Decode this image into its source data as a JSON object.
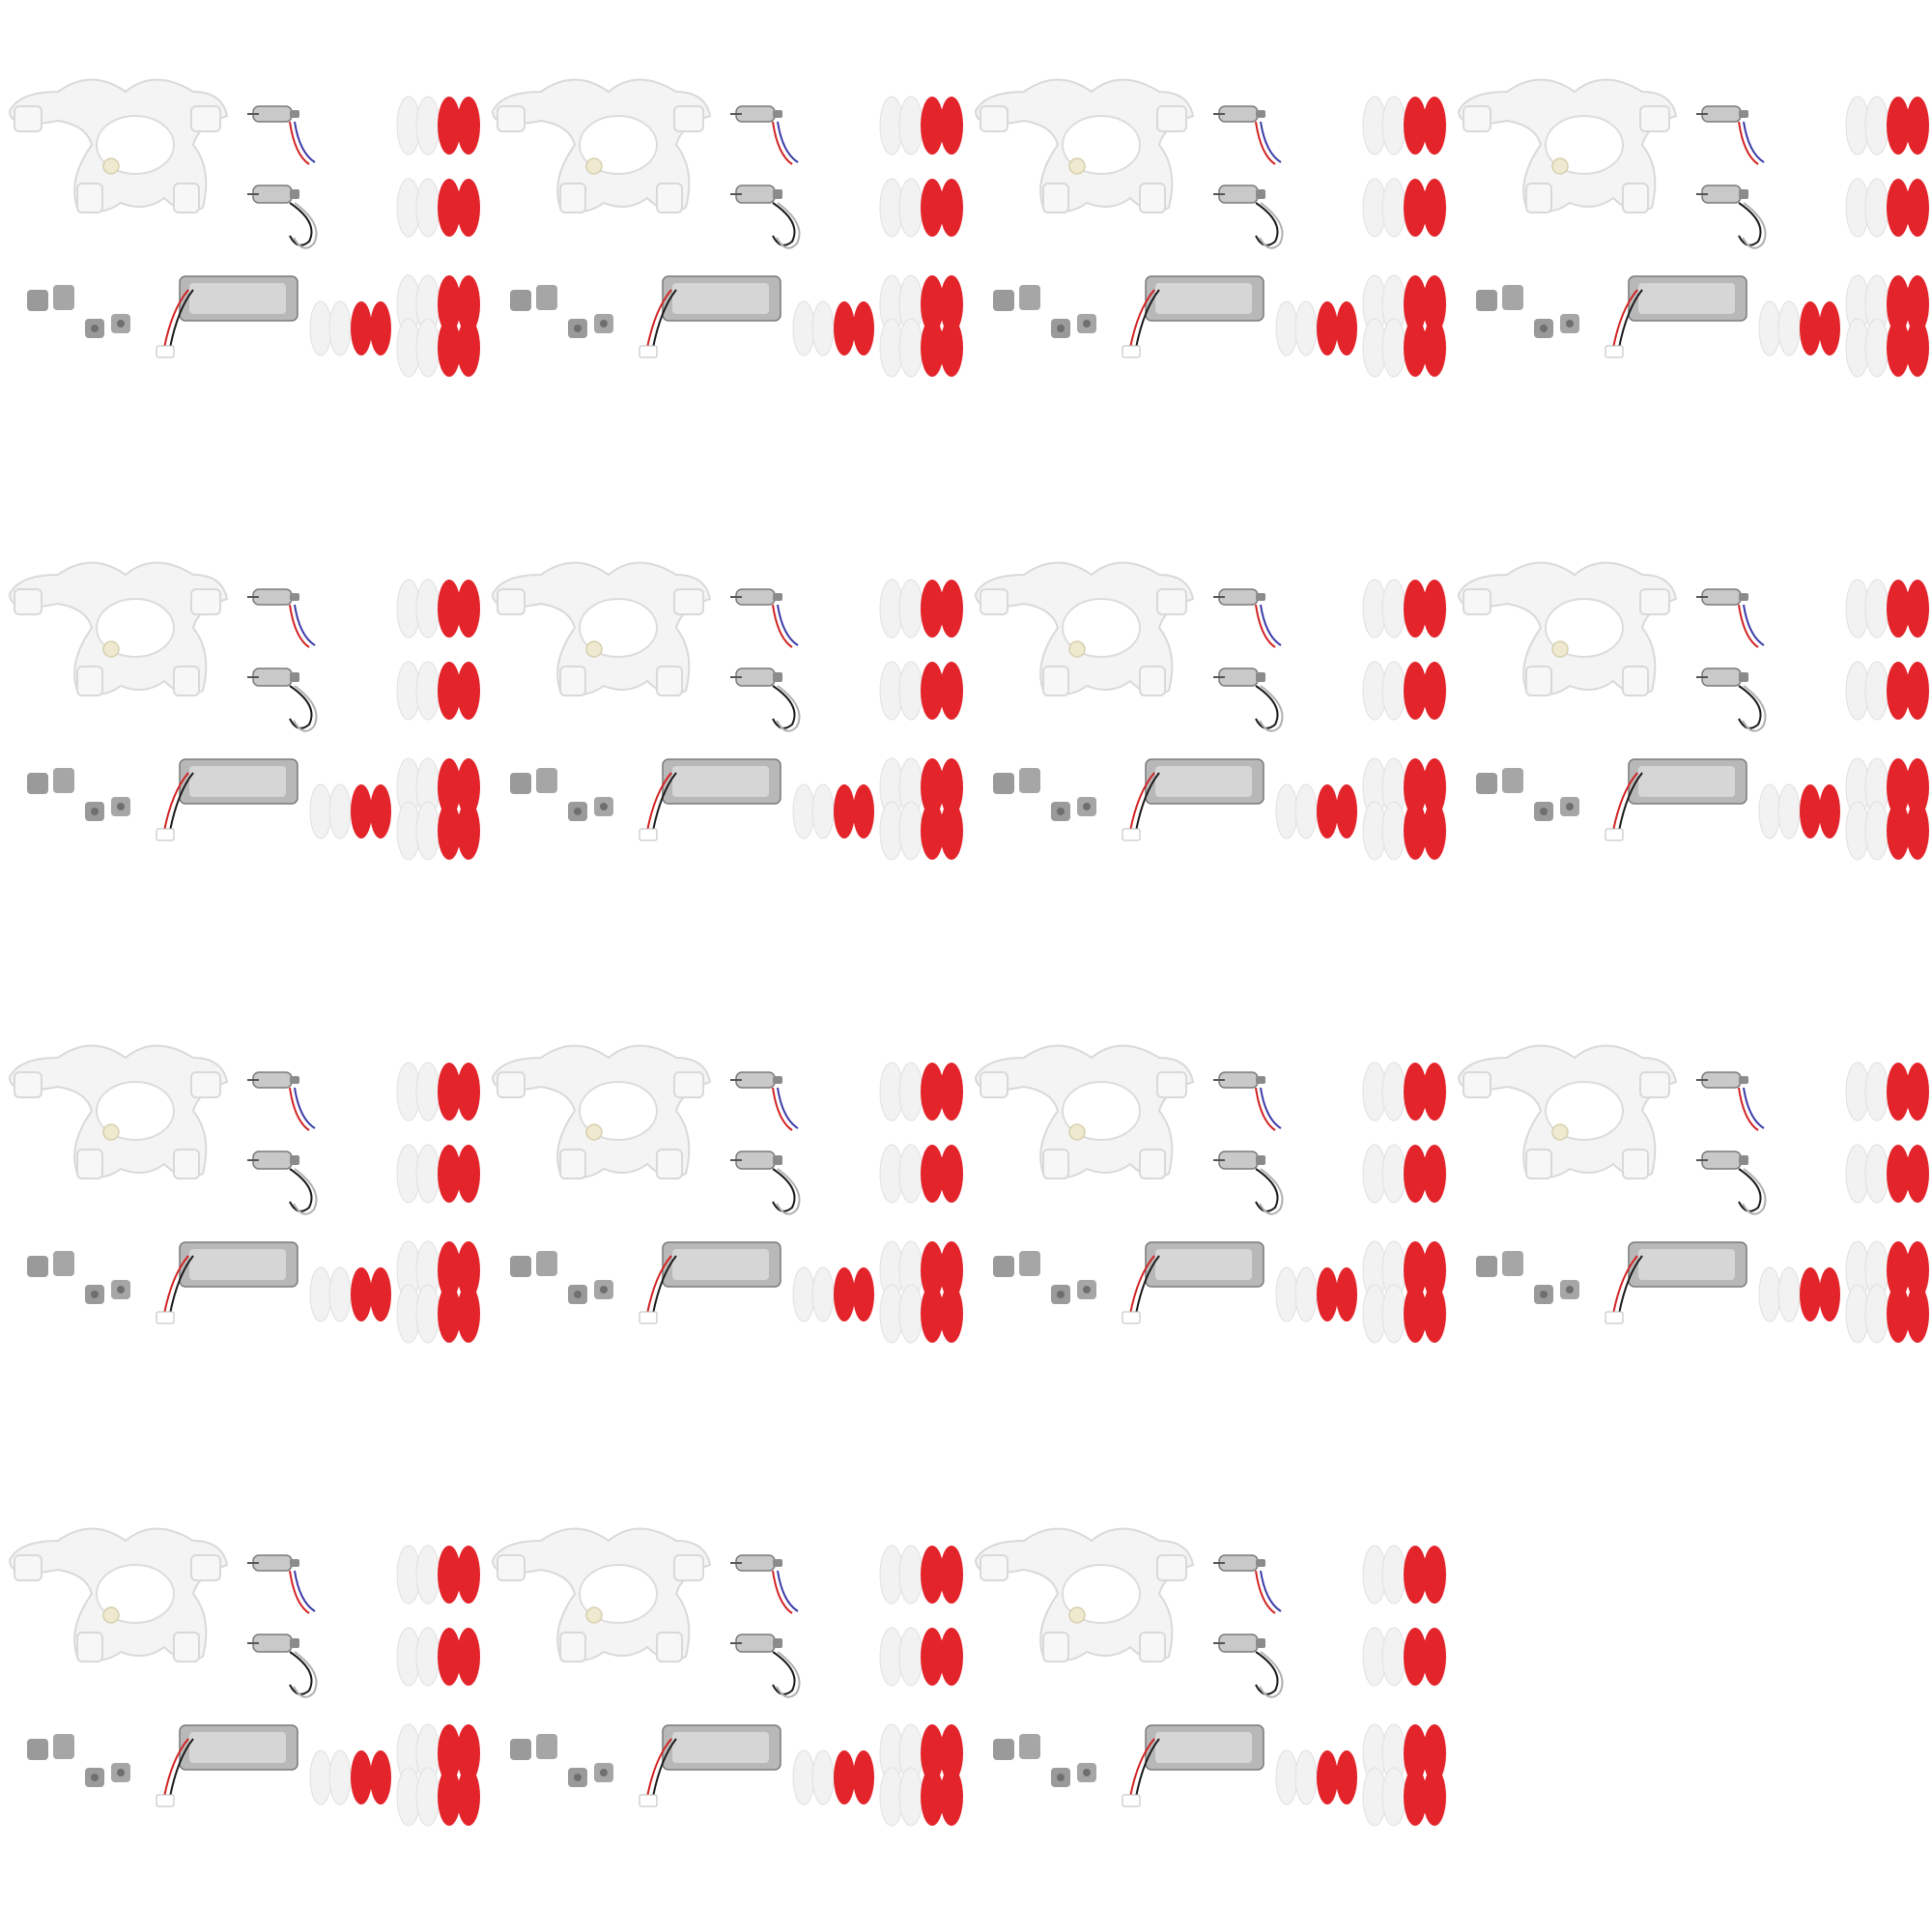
{
  "image": {
    "description_free": true,
    "grid": {
      "columns": 4,
      "rows": 4,
      "tile_count": 15
    },
    "kit_parts": [
      "quadcopter-frame",
      "motor-red-blue-wires",
      "motor-black-white-wires",
      "battery",
      "rubber-feet",
      "propellers"
    ],
    "colors": {
      "frame": "#f4f4f4",
      "frame_shadow": "#d9d9d9",
      "motor_metal": "#c9c9c9",
      "motor_dark": "#7a7a7a",
      "battery_silver": "#b8b8b8",
      "prop_red": "#e3242b",
      "prop_white": "#f2f2f2",
      "feet_gray": "#9a9a9a",
      "wire_red": "#d22222",
      "wire_blue": "#3a3aa8",
      "wire_black": "#1a1a1a"
    }
  }
}
